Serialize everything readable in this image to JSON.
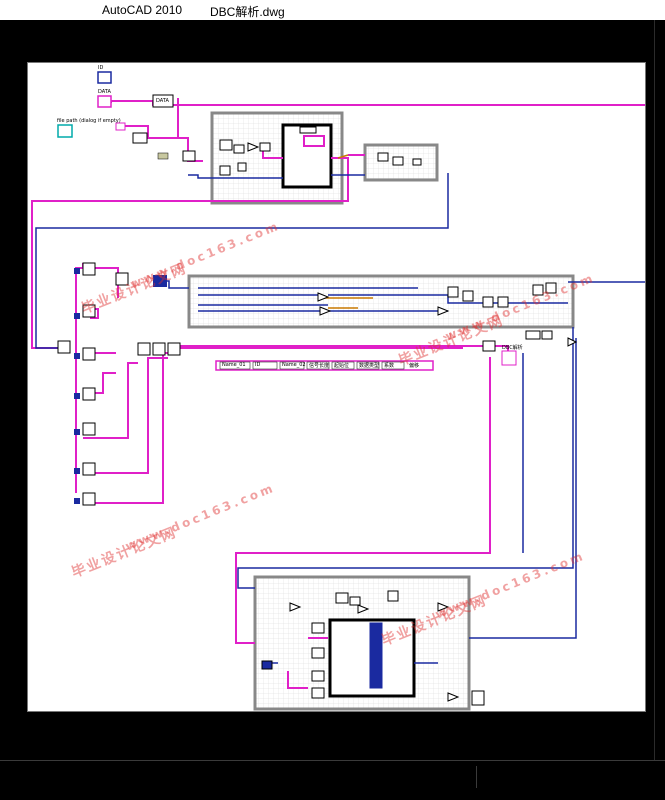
{
  "window": {
    "app_title": "AutoCAD 2010",
    "doc_title": "DBC解析.dwg"
  },
  "diagram": {
    "labels": {
      "id": "ID",
      "data": "DATA",
      "file_path": "file path (dialog if empty)",
      "data_box": "DATA",
      "dbc_label": "DBC解析",
      "name_01": "Name_01",
      "id_cluster": "ID",
      "name_02": "Name_02",
      "field_1": "信号长度",
      "field_2": "起始位",
      "field_3": "数据类型",
      "field_4": "系数",
      "field_5": "偏移"
    }
  },
  "watermark": {
    "cn": "毕业设计论文网",
    "en": "www.doc163.com"
  },
  "colors": {
    "wire_pink": "#e020c8",
    "wire_blue": "#1a2aa0",
    "wire_orange": "#c87800",
    "frame_gray": "#888888",
    "grid": "#d8d8d8"
  }
}
